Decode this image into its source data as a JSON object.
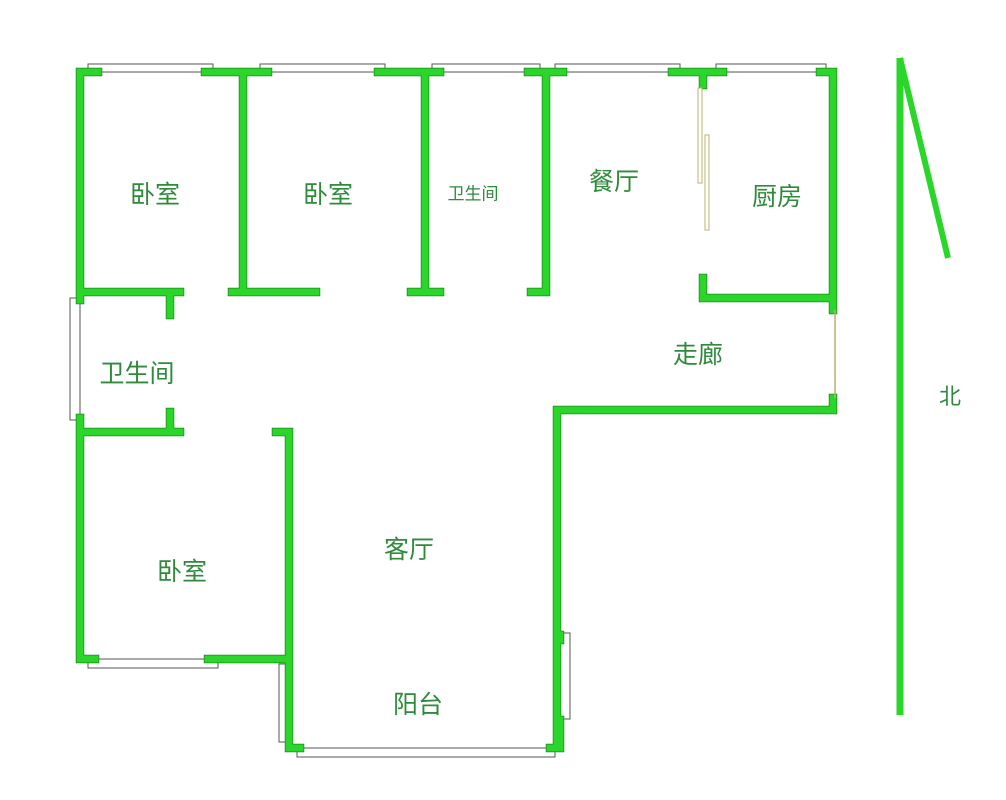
{
  "rooms": {
    "bedroom_1": "卧室",
    "bedroom_2": "卧室",
    "bathroom_top": "卫生间",
    "dining": "餐厅",
    "kitchen": "厨房",
    "corridor": "走廊",
    "bathroom_left": "卫生间",
    "bedroom_3": "卧室",
    "living_room": "客厅",
    "balcony": "阳台"
  },
  "compass": {
    "north_label": "北"
  },
  "colors": {
    "wall": "#2ad62a",
    "text": "#2f8a3c"
  }
}
